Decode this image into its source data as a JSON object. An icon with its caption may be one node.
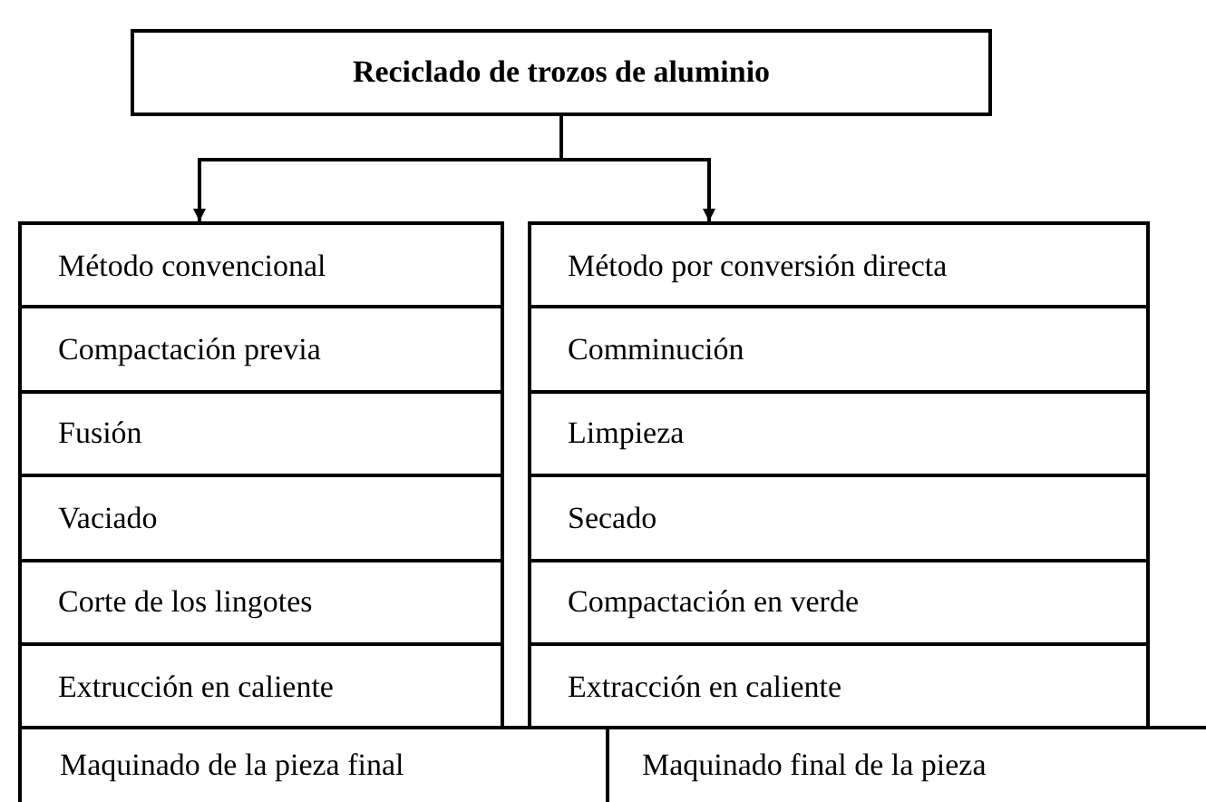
{
  "diagram": {
    "nodes": [
      {
        "text": [
          "Reciclado de trozos de aluminio"
        ]
      },
      {
        "text": [
          "Método convencional"
        ]
      },
      {
        "text": [
          "Compactación previa"
        ]
      },
      {
        "text": [
          "Fusión"
        ]
      },
      {
        "text": [
          "Vaciado"
        ]
      },
      {
        "text": [
          "Corte de los lingotes"
        ]
      },
      {
        "text": [
          "Extrucción en caliente"
        ]
      },
      {
        "text": [
          "Maquinado de la pieza final"
        ]
      },
      {
        "text": [
          "Método por conversión directa"
        ]
      },
      {
        "text": [
          "Comminución"
        ]
      },
      {
        "text": [
          "Limpieza"
        ]
      },
      {
        "text": [
          "Secado"
        ]
      },
      {
        "text": [
          "Compactación en verde"
        ]
      },
      {
        "text": [
          "Extracción en caliente"
        ]
      },
      {
        "text": [
          "Maquinado final de la pieza"
        ]
      }
    ],
    "edges": [
      {
        "from": 0,
        "to": 1,
        "arrow": "to"
      },
      {
        "from": 0,
        "to": 8,
        "arrow": "to"
      }
    ]
  }
}
